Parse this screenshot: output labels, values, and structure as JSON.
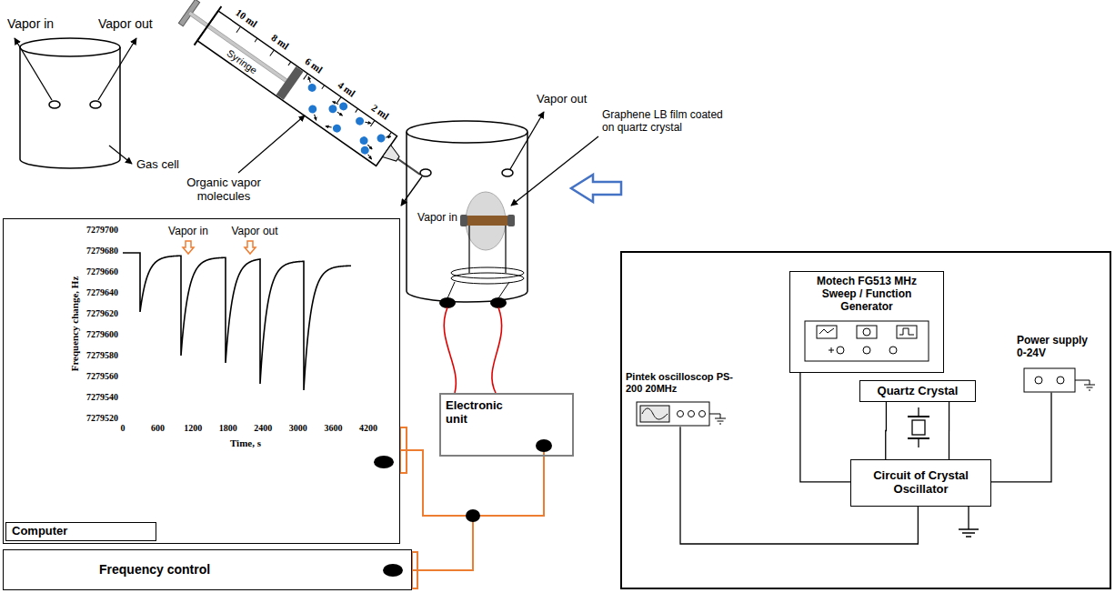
{
  "diagram": {
    "nodes": [
      {
        "text": [
          "Computer"
        ]
      },
      {
        "text": [
          "Frequency control"
        ]
      },
      {
        "text": [
          "Electronic unit"
        ]
      },
      {
        "text": [
          "Motech FG513 MHz Sweep / Function Generator"
        ]
      },
      {
        "text": [
          "Pintek oscilloscop PS-200 20MHz"
        ]
      },
      {
        "text": [
          "Power supply 0-24V"
        ]
      },
      {
        "text": [
          "Quartz Crystal"
        ]
      },
      {
        "text": [
          "Circuit of Crystal Oscillator"
        ]
      }
    ],
    "edges": [
      {
        "from": 0,
        "to": 2,
        "arrow": "none"
      },
      {
        "from": 1,
        "to": 2,
        "arrow": "none"
      },
      {
        "from": 3,
        "to": 7,
        "arrow": "none"
      },
      {
        "from": 4,
        "to": 7,
        "arrow": "none"
      },
      {
        "from": 5,
        "to": 7,
        "arrow": "none"
      },
      {
        "from": 6,
        "to": 7,
        "arrow": "none"
      },
      {
        "from": 6,
        "to": 7,
        "arrow": "none"
      }
    ],
    "labels": [
      "Vapor in",
      "Vapor out",
      "Gas cell",
      "10 ml",
      "8 ml",
      "6 ml",
      "4 ml",
      "2 ml",
      "Syringe",
      "Organic vapor molecules",
      "Vapor out",
      "Graphene LB film coated on quartz crystal",
      "Vapor in",
      "Vapor in",
      "Vapor out",
      "7279700",
      "7279680",
      "7279660",
      "7279640",
      "7279620",
      "7279600",
      "7279580",
      "7279560",
      "7279540",
      "7279520",
      "Frequency change, Hz",
      "0",
      "600",
      "1200",
      "1800",
      "2400",
      "3000",
      "3600",
      "4200",
      "Time, s"
    ]
  }
}
